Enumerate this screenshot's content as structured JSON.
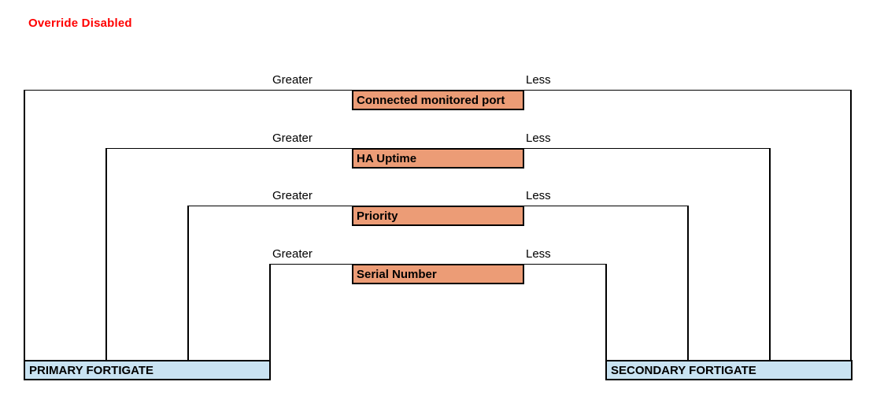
{
  "title": "Override Disabled",
  "labels": {
    "greater": "Greater",
    "less": "Less"
  },
  "levels": [
    {
      "label": "Connected monitored port"
    },
    {
      "label": "HA Uptime"
    },
    {
      "label": "Priority"
    },
    {
      "label": "Serial Number"
    }
  ],
  "nodes": {
    "primary": "PRIMARY FORTIGATE",
    "secondary": "SECONDARY FORTIGATE"
  },
  "colors": {
    "title_red": "#FF0000",
    "criterion_fill": "#EC9C76",
    "fortigate_fill": "#C9E3F2",
    "line_black": "#000000"
  }
}
